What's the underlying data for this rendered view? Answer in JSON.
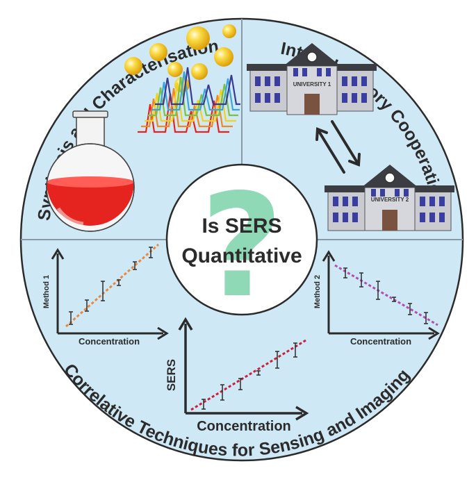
{
  "quadrants": {
    "top_left": {
      "title": "Synthesis and Characterisation"
    },
    "top_right": {
      "title": "Interlaboratory Cooperation",
      "university_1": "UNIVERSITY 1",
      "university_2": "UNIVERSITY 2"
    },
    "bottom": {
      "title": "Correlative Techniques for Sensing and Imaging",
      "plot_left": {
        "ylabel": "Method 1",
        "xlabel": "Concentration"
      },
      "plot_right": {
        "ylabel": "Method 2",
        "xlabel": "Concentration"
      },
      "plot_center": {
        "ylabel": "SERS",
        "xlabel": "Concentration"
      }
    }
  },
  "center": {
    "line1": "Is SERS",
    "line2": "Quantitative",
    "symbol": "?"
  },
  "colors": {
    "circle_fill": "#cfe8f5",
    "outline": "#2b2b2b",
    "question": "#8fd9b6",
    "flask_liquid": "#e52420",
    "trend_orange": "#e58a3c",
    "trend_purple": "#b04fb3",
    "trend_red": "#c8203d",
    "building_wall": "#c9cbd1",
    "window": "#3a3e9e",
    "roof": "#3b3d42",
    "nanoparticle": "#f5c20f"
  }
}
